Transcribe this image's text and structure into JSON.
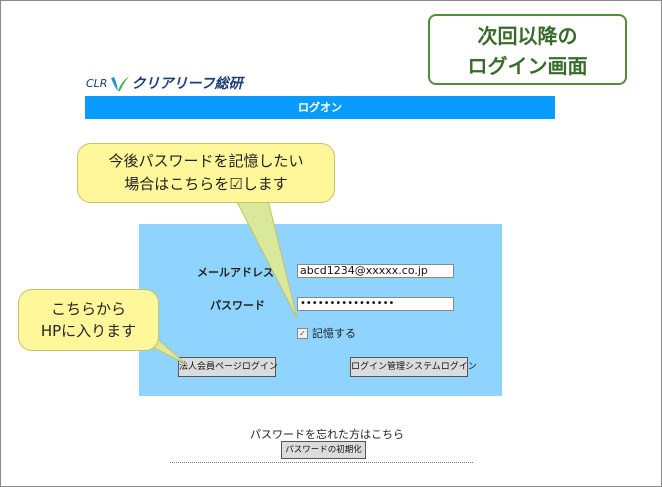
{
  "title_box": {
    "line1": "次回以降の",
    "line2": "ログイン画面"
  },
  "logo": {
    "prefix": "CLR",
    "name": "クリアリーフ総研"
  },
  "logon_bar": {
    "label": "ログオン"
  },
  "form": {
    "email_label": "メールアドレス",
    "email_value": "abcd1234@xxxxx.co.jp",
    "password_label": "パスワード",
    "password_value": "••••••••••••••••",
    "remember_label": "記憶する",
    "remember_checked": true,
    "corporate_login_button": "法人会員ページログイン",
    "admin_login_button": "ログイン管理システムログイン"
  },
  "forgot": {
    "text": "パスワードを忘れた方はこちら",
    "reset_button": "パスワードの初期化"
  },
  "callouts": {
    "remember_tip_line1": "今後パスワードを記憶したい",
    "remember_tip_line2": "場合はこちらを☑します",
    "enter_tip_line1": "こちらから",
    "enter_tip_line2": "HPに入ります"
  },
  "colors": {
    "title_border": "#4f8f3a",
    "title_text": "#386b2a",
    "logon_bar": "#0a9bff",
    "panel": "#8fd3ff",
    "callout_fill": "#fff79a"
  }
}
